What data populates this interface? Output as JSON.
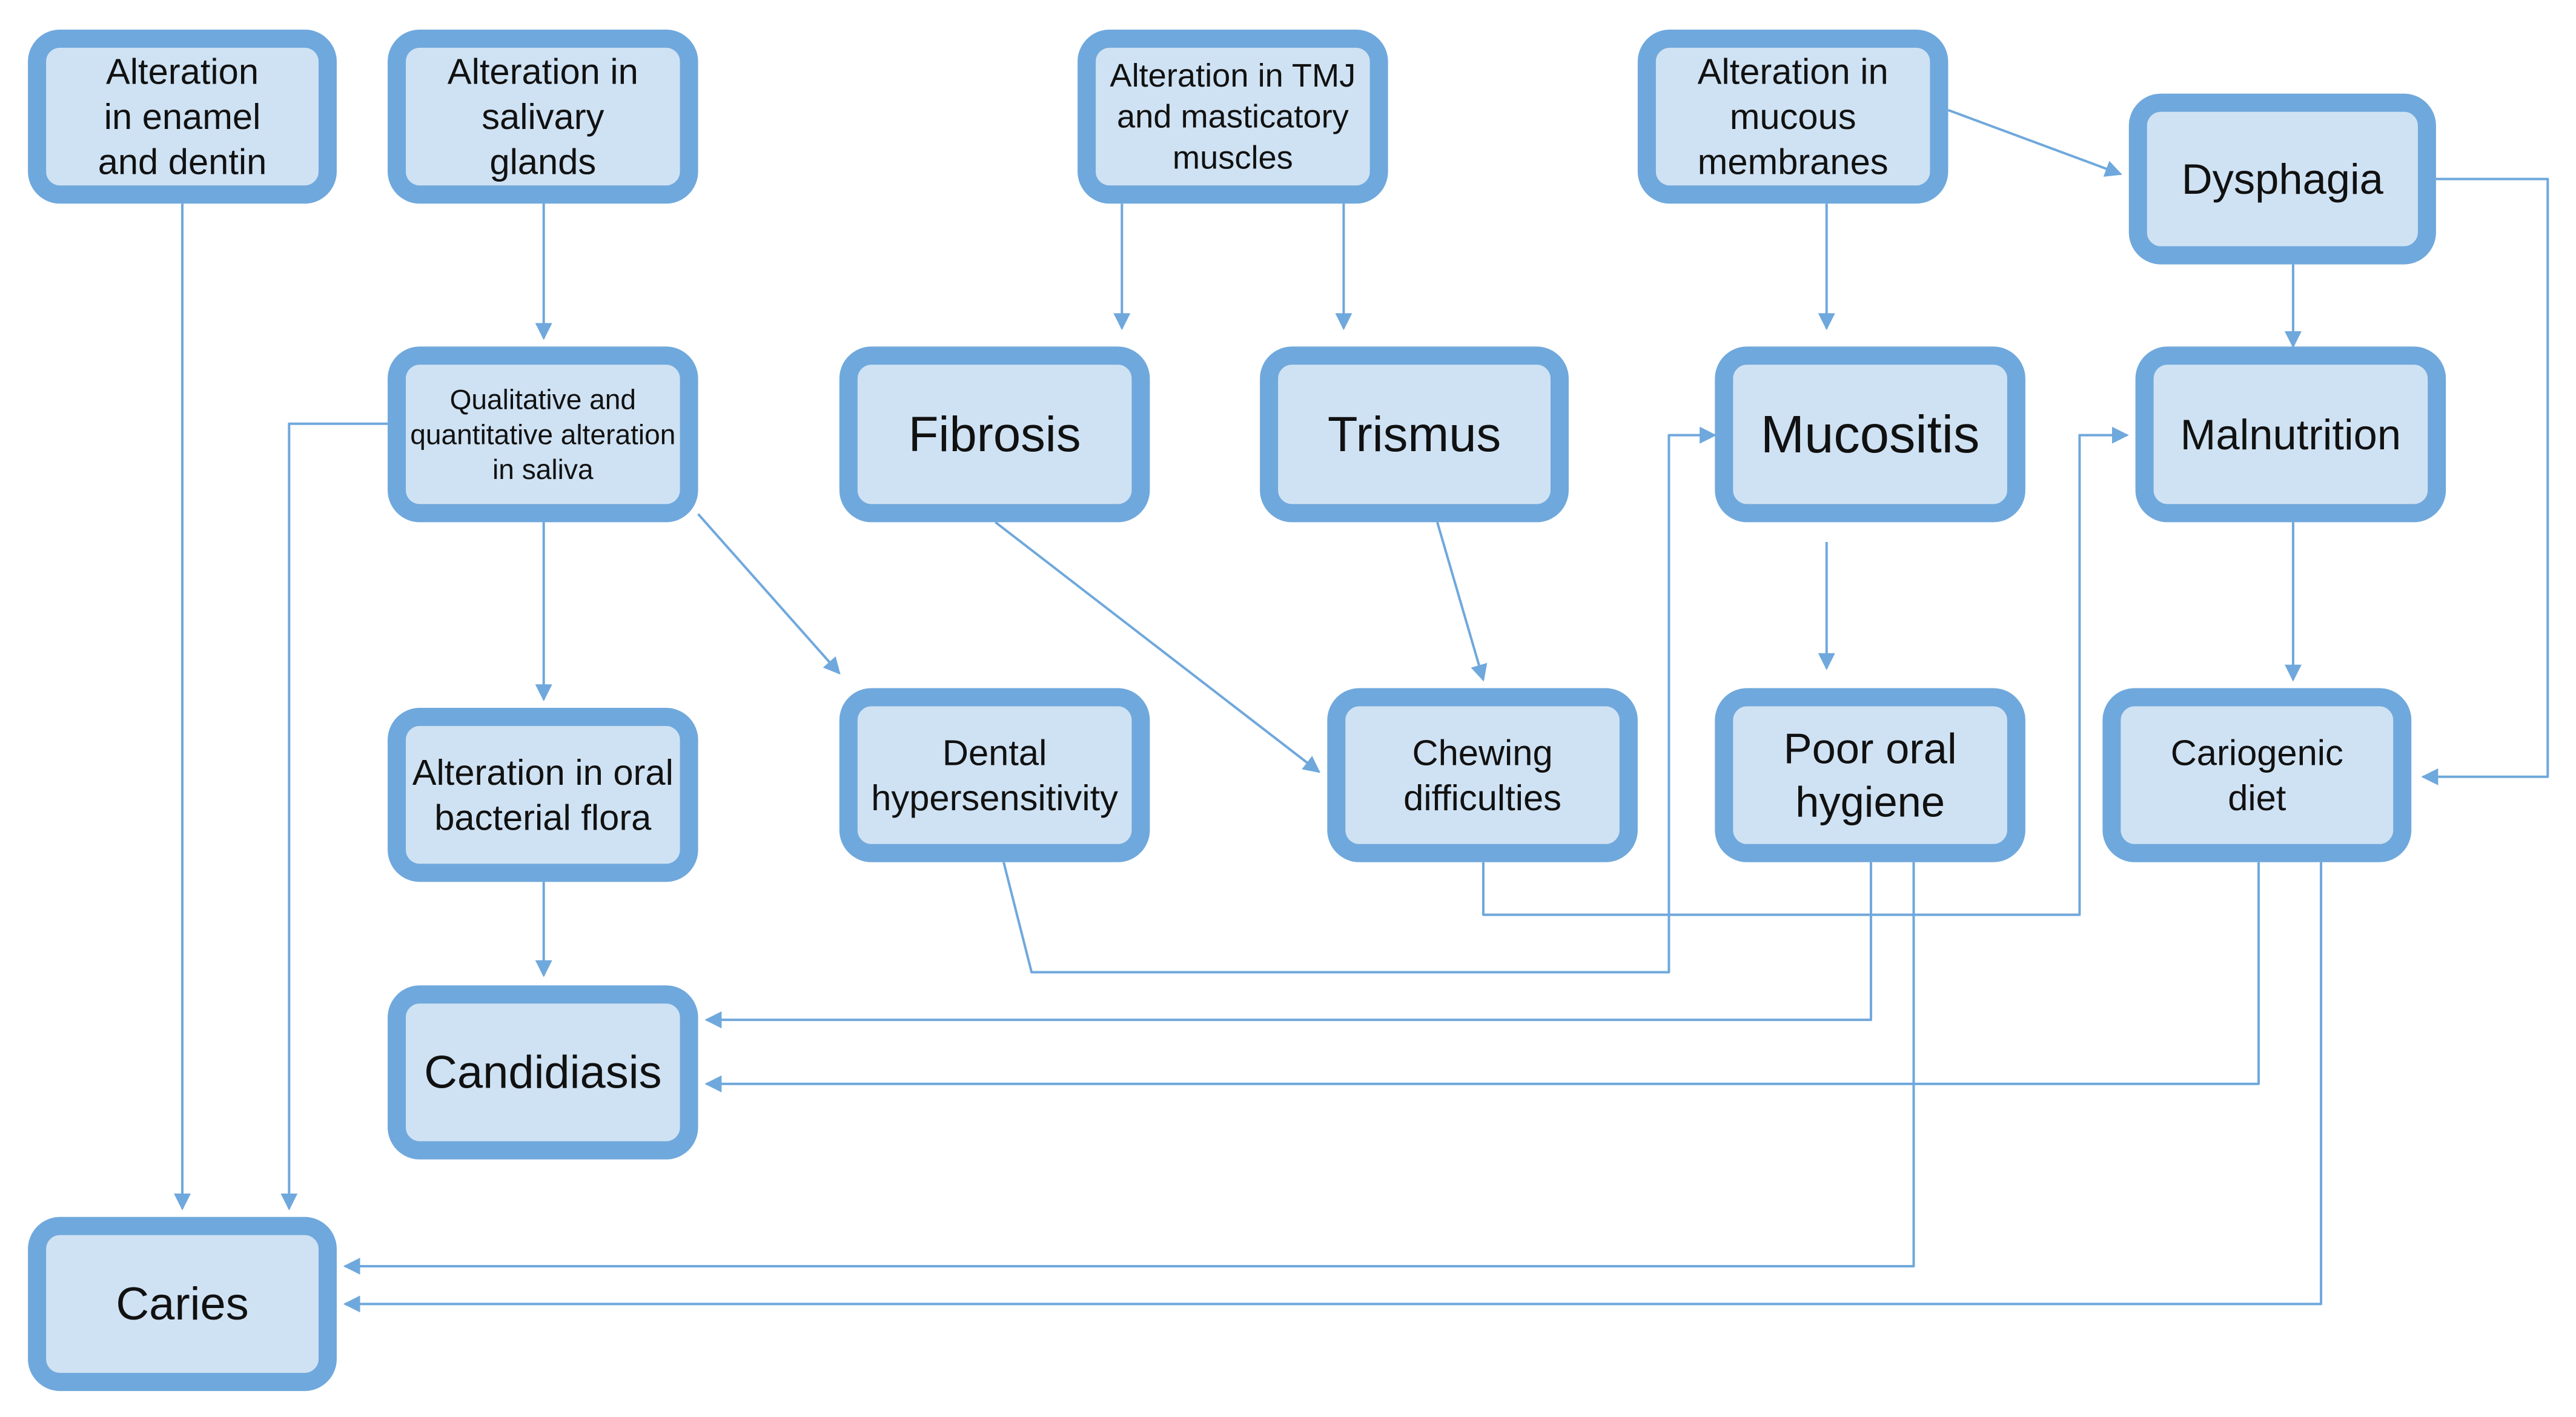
{
  "colors": {
    "border": "#6fa8dc",
    "fill": "#cfe2f3",
    "arrow": "#6fa8dc",
    "text": "#111111"
  },
  "nodes": {
    "enamel": {
      "lines": [
        "Alteration",
        "in enamel",
        "and dentin"
      ]
    },
    "salivary": {
      "lines": [
        "Alteration in",
        "salivary",
        "glands"
      ]
    },
    "tmj": {
      "lines": [
        "Alteration in TMJ",
        "and masticatory",
        "muscles"
      ]
    },
    "mucous": {
      "lines": [
        "Alteration in",
        "mucous",
        "membranes"
      ]
    },
    "dysphagia": {
      "lines": [
        "Dysphagia"
      ]
    },
    "saliva": {
      "lines": [
        "Qualitative and",
        "quantitative alteration",
        "in saliva"
      ]
    },
    "fibrosis": {
      "lines": [
        "Fibrosis"
      ]
    },
    "trismus": {
      "lines": [
        "Trismus"
      ]
    },
    "mucositis": {
      "lines": [
        "Mucositis"
      ]
    },
    "malnutrition": {
      "lines": [
        "Malnutrition"
      ]
    },
    "flora": {
      "lines": [
        "Alteration in oral",
        "bacterial flora"
      ]
    },
    "hypersens": {
      "lines": [
        "Dental",
        "hypersensitivity"
      ]
    },
    "chewing": {
      "lines": [
        "Chewing",
        "difficulties"
      ]
    },
    "hygiene": {
      "lines": [
        "Poor oral",
        "hygiene"
      ]
    },
    "cariogenic": {
      "lines": [
        "Cariogenic",
        "diet"
      ]
    },
    "candidiasis": {
      "lines": [
        "Candidiasis"
      ]
    },
    "caries": {
      "lines": [
        "Caries"
      ]
    }
  },
  "edges": [
    {
      "from": "enamel",
      "to": "caries"
    },
    {
      "from": "salivary",
      "to": "saliva"
    },
    {
      "from": "saliva",
      "to": "caries"
    },
    {
      "from": "saliva",
      "to": "flora"
    },
    {
      "from": "saliva",
      "to": "hypersens"
    },
    {
      "from": "flora",
      "to": "candidiasis"
    },
    {
      "from": "tmj",
      "to": "fibrosis"
    },
    {
      "from": "tmj",
      "to": "trismus"
    },
    {
      "from": "fibrosis",
      "to": "chewing"
    },
    {
      "from": "trismus",
      "to": "chewing"
    },
    {
      "from": "mucous",
      "to": "mucositis"
    },
    {
      "from": "mucous",
      "to": "dysphagia"
    },
    {
      "from": "mucositis",
      "to": "hygiene"
    },
    {
      "from": "hypersens",
      "to": "hygiene"
    },
    {
      "from": "dysphagia",
      "to": "malnutrition"
    },
    {
      "from": "dysphagia",
      "to": "cariogenic"
    },
    {
      "from": "chewing",
      "to": "malnutrition"
    },
    {
      "from": "malnutrition",
      "to": "cariogenic"
    },
    {
      "from": "hygiene",
      "to": "candidiasis"
    },
    {
      "from": "hygiene",
      "to": "caries"
    },
    {
      "from": "cariogenic",
      "to": "candidiasis"
    },
    {
      "from": "cariogenic",
      "to": "caries"
    }
  ]
}
